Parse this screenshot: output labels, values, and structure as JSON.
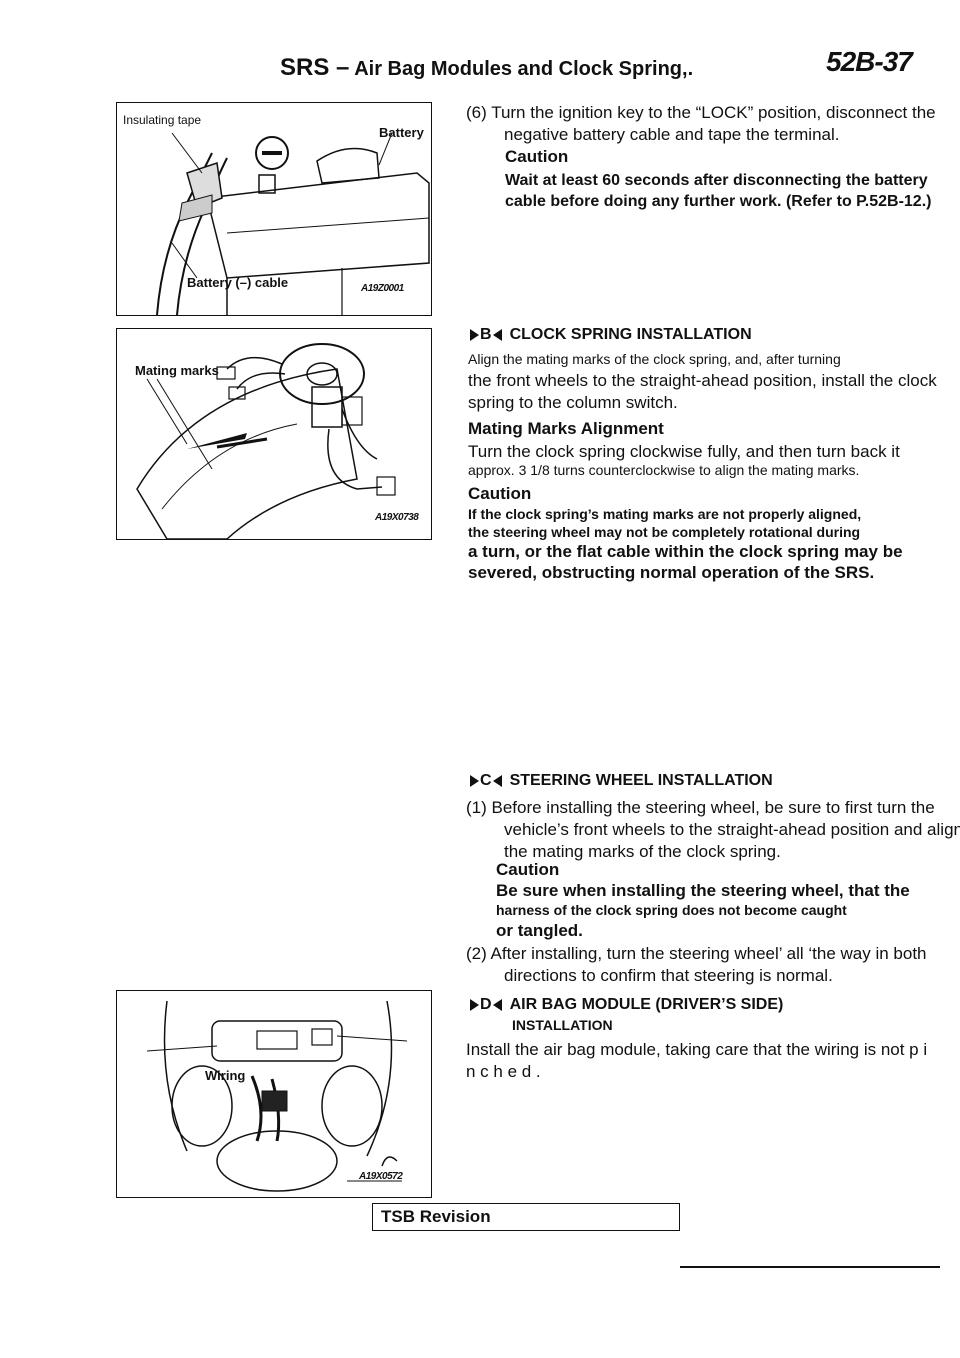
{
  "header": {
    "prefix": "SRS –",
    "title": "Air Bag Modules and Clock Spring,.",
    "page": "52B-37"
  },
  "figures": [
    {
      "labels": {
        "tape": "Insulating tape",
        "battery": "Battery",
        "cable": "Battery (–) cable"
      },
      "code": "A19Z0001"
    },
    {
      "labels": {
        "marks": "Mating marks"
      },
      "code": "A19X0738"
    },
    {
      "labels": {
        "wiring": "Wiring"
      },
      "code": "A19X0572"
    }
  ],
  "step6": {
    "text": "(6) Turn the ignition key to the “LOCK” position, disconnect the negative battery cable and tape the terminal.",
    "caution_title": "Caution",
    "caution_body": "Wait at least 60 seconds after disconnecting the battery cable before doing any further work. (Refer to P.52B-12.)"
  },
  "sectionB": {
    "letter": "B",
    "title": "CLOCK SPRING INSTALLATION",
    "intro_line1": "Align the mating marks of the clock spring, and, after turning",
    "intro_rest": "the front wheels to the straight-ahead position, install the clock spring to the column switch.",
    "subhead": "Mating Marks Alignment",
    "align_line1": "Turn the clock spring clockwise fully, and then turn back it",
    "align_line2": "approx. 3 1/8 turns counterclockwise to align the mating marks.",
    "caution_title": "Caution",
    "caution_line1": "If the clock spring’s mating marks are not properly aligned,",
    "caution_line2": "the steering wheel may not be completely rotational during",
    "caution_rest": "a turn, or the flat cable within the clock spring may be severed, obstructing normal operation of the SRS."
  },
  "sectionC": {
    "letter": "C",
    "title": "STEERING WHEEL INSTALLATION",
    "step1": "(1) Before installing the steering wheel, be sure to first turn the vehicle’s front wheels to the straight-ahead position and align the mating marks of the clock spring.",
    "caution_title": "Caution",
    "caution_line1": "Be sure when installing the steering wheel, that the",
    "caution_line2": "harness of the clock spring does not become caught",
    "caution_line3": "or tangled.",
    "step2": "(2) After installing, turn the steering wheel’ all ‘the way in both directions to confirm that steering is normal."
  },
  "sectionD": {
    "letter": "D",
    "title": "AIR BAG MODULE (DRIVER’S SIDE)",
    "title2": "INSTALLATION",
    "body": "Install the air bag module, taking care that the wiring is not p i n c h e d ."
  },
  "footer": {
    "tsb": "TSB Revision"
  }
}
